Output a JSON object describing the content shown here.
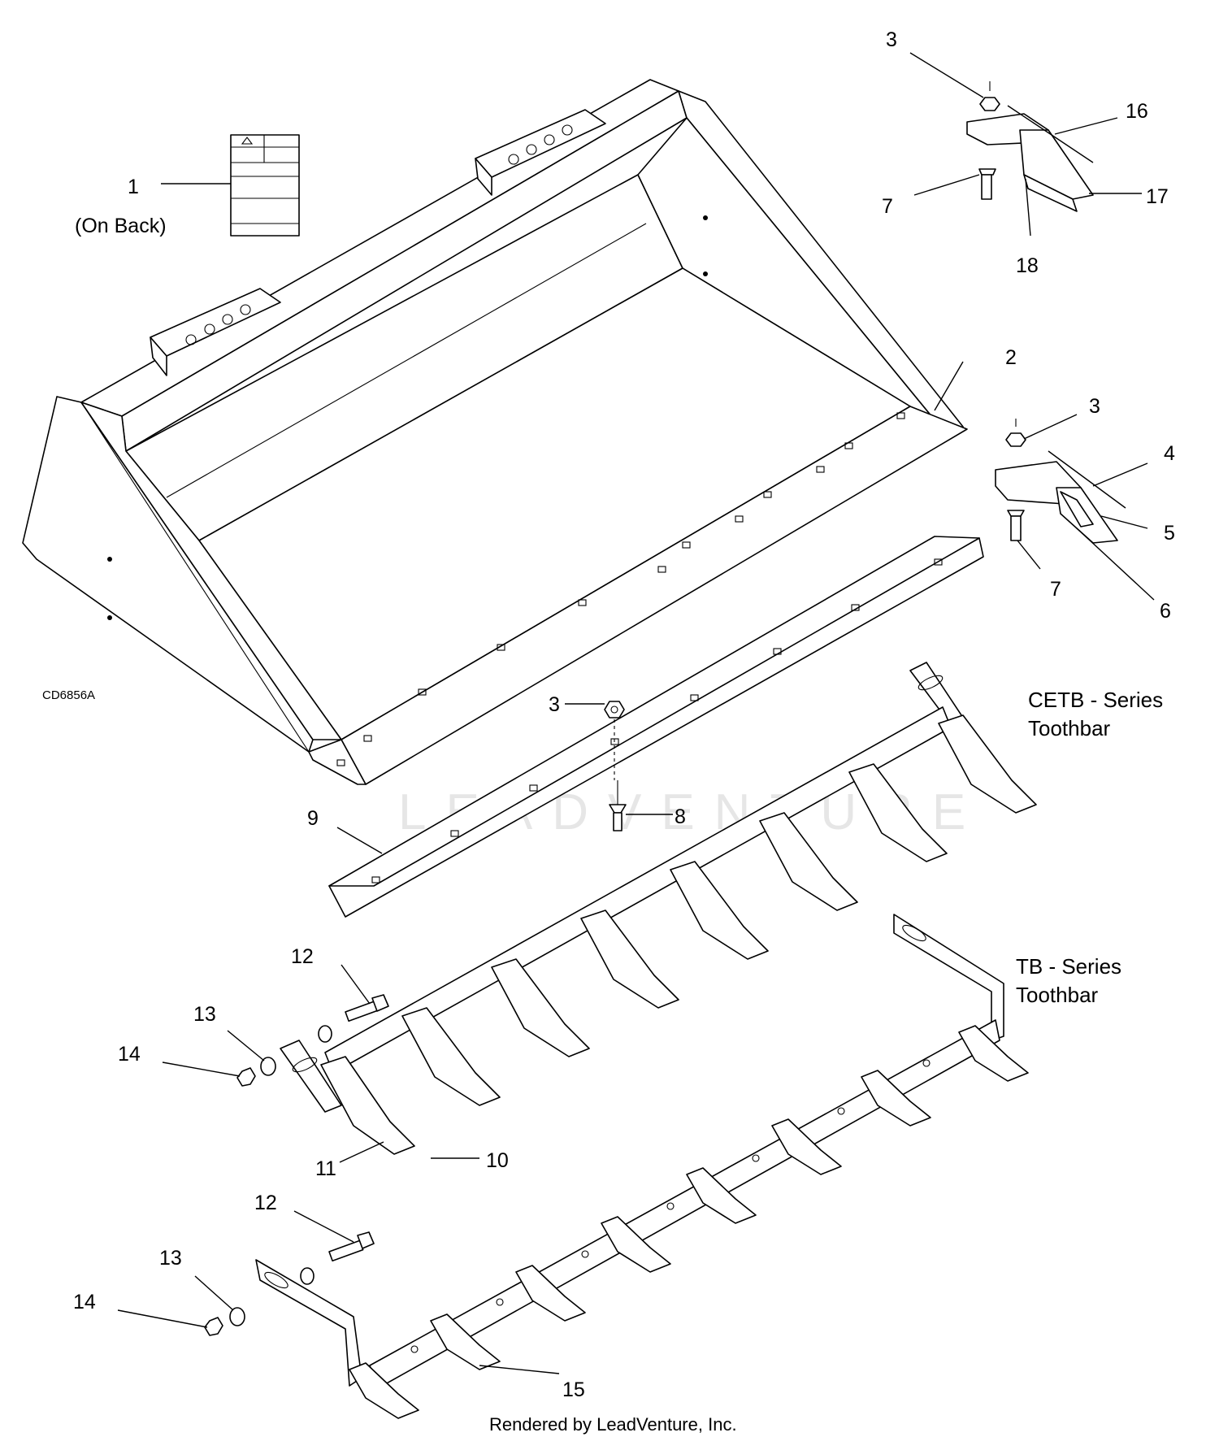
{
  "diagram": {
    "drawing_code": "CD6856A",
    "footer_credit": "Rendered by LeadVenture, Inc.",
    "watermark": "LEADVENTURE",
    "callouts": {
      "c1": "1",
      "c1_note": "(On Back)",
      "c2": "2",
      "c3a": "3",
      "c3b": "3",
      "c3c": "3",
      "c4": "4",
      "c5": "5",
      "c6": "6",
      "c7a": "7",
      "c7b": "7",
      "c8": "8",
      "c9": "9",
      "c10": "10",
      "c11": "11",
      "c12a": "12",
      "c12b": "12",
      "c13a": "13",
      "c13b": "13",
      "c14a": "14",
      "c14b": "14",
      "c15": "15",
      "c16": "16",
      "c17": "17",
      "c18": "18"
    },
    "series_labels": {
      "cetb_line1": "CETB - Series",
      "cetb_line2": "Toothbar",
      "tb_line1": "TB - Series",
      "tb_line2": "Toothbar"
    }
  }
}
